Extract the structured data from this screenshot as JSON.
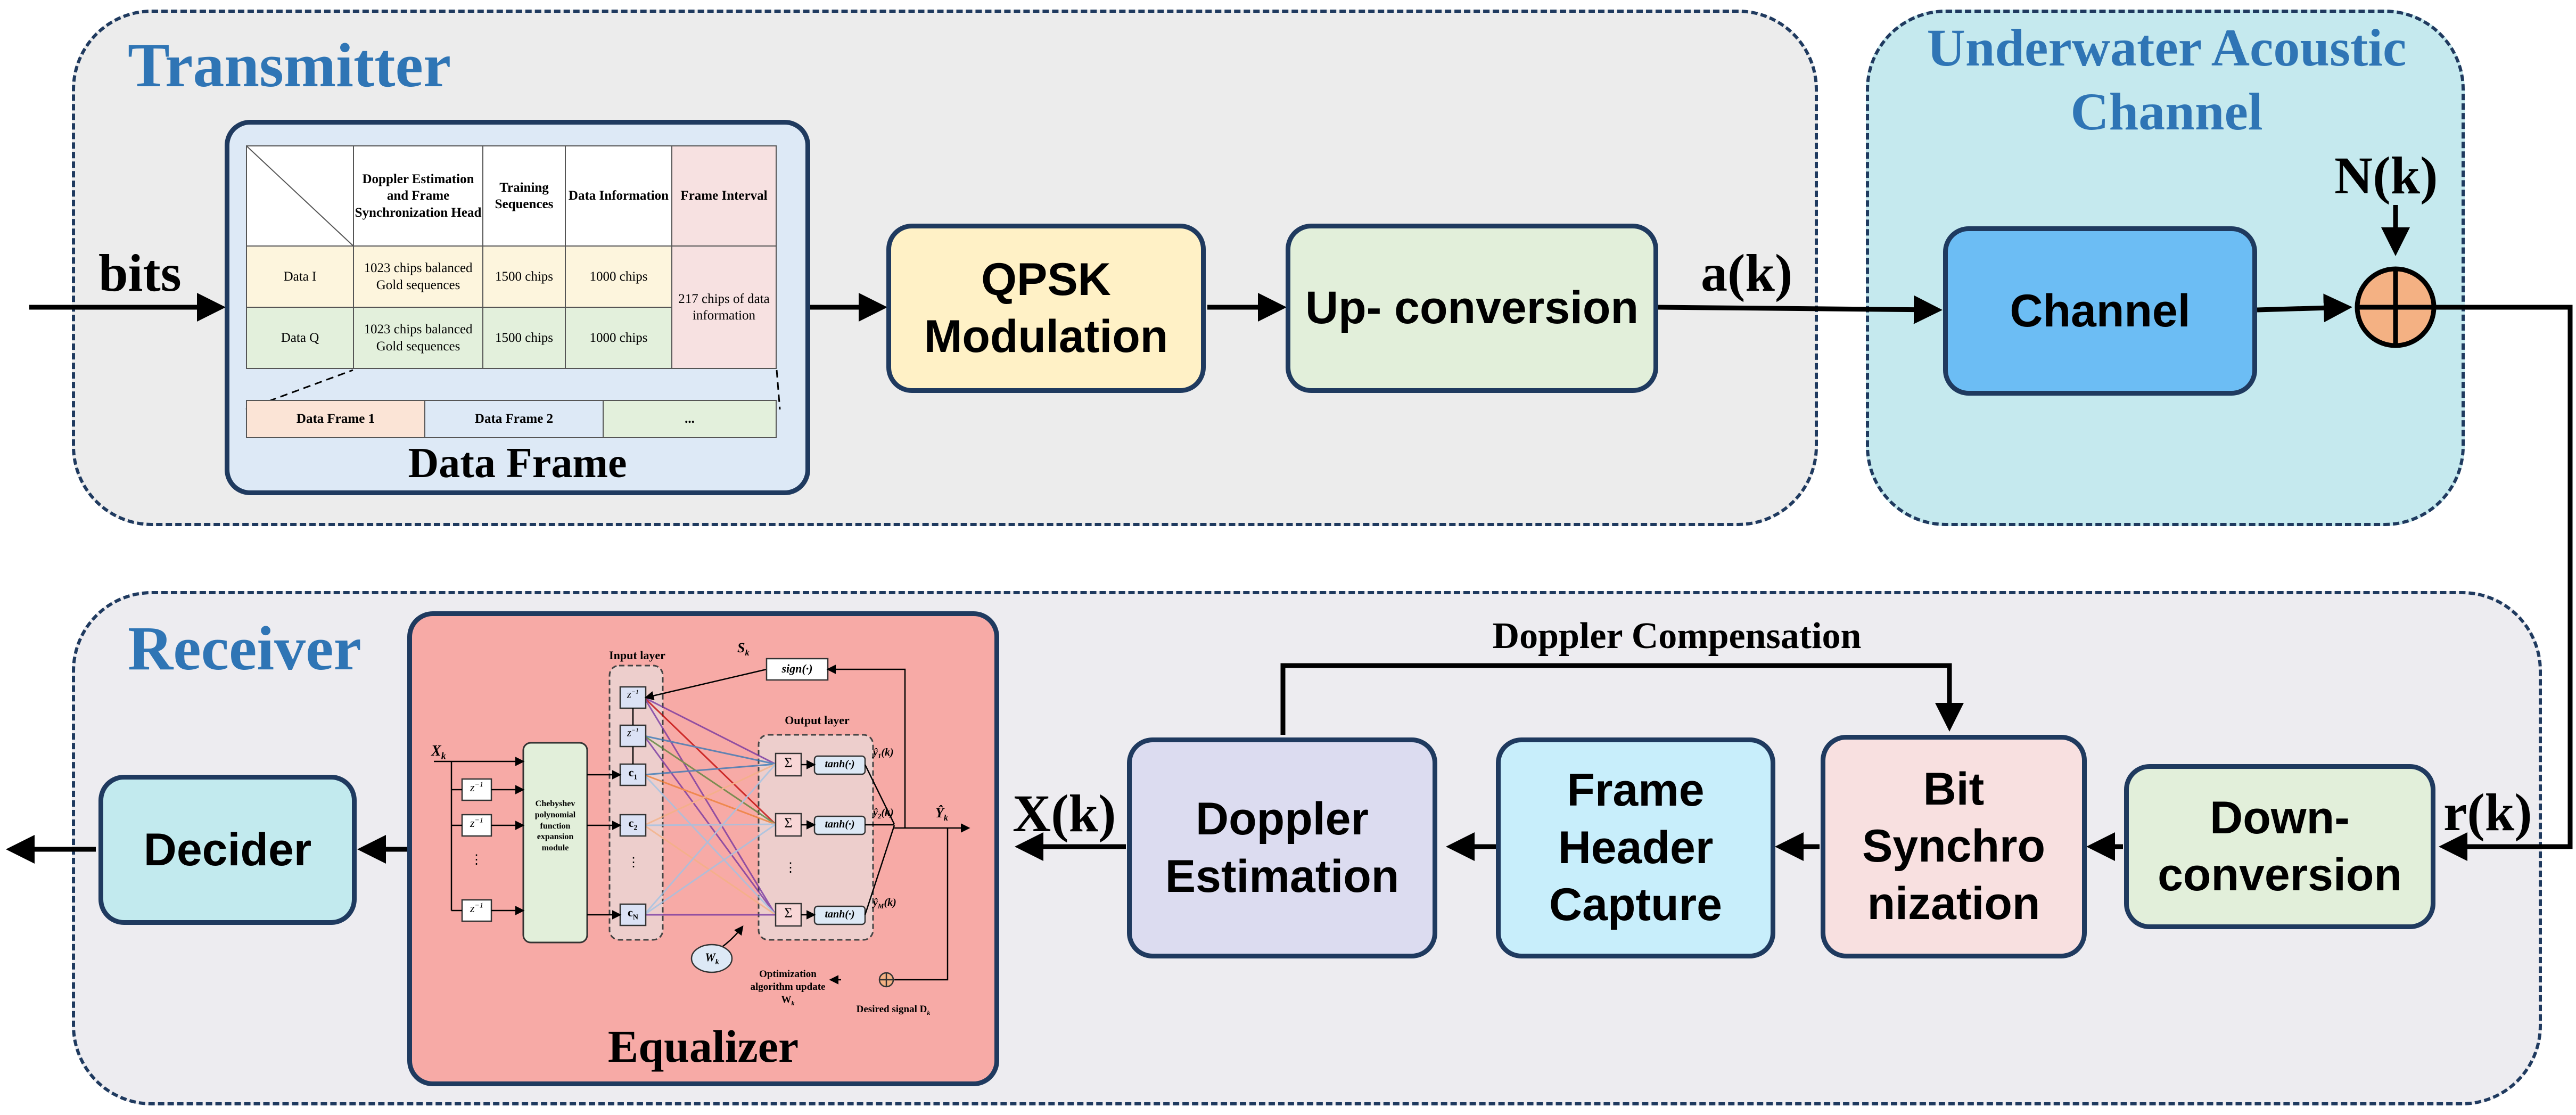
{
  "colors": {
    "region_border": "#1f3a5f",
    "title_blue": "#2f75b5",
    "transmitter_bg": "#ececec",
    "channel_region_bg": "#c5e9ee",
    "receiver_bg": "#edecf0",
    "qpsk_bg": "#fff1c6",
    "upconv_bg": "#e2efda",
    "channel_block_bg": "#6cbdf4",
    "sum_node_bg": "#f4b183",
    "downconv_bg": "#e2efda",
    "bitsync_bg": "#f8e0e0",
    "frame_header_bg": "#c8eefb",
    "doppler_est_bg": "#dcdcf0",
    "equalizer_bg": "#f7aaa6",
    "decider_bg": "#c2eaee"
  },
  "transmitter": {
    "title": "Transmitter",
    "input_label": "bits",
    "data_frame": {
      "title": "Data Frame",
      "table": {
        "headers": [
          "Doppler Estimation and Frame Synchronization Head",
          "Training Sequences",
          "Data Information",
          "Frame Interval"
        ],
        "rows": [
          {
            "name": "Data I",
            "cells": [
              "1023 chips balanced Gold sequences",
              "1500 chips",
              "1000 chips"
            ]
          },
          {
            "name": "Data Q",
            "cells": [
              "1023 chips balanced Gold sequences",
              "1500 chips",
              "1000 chips"
            ]
          }
        ],
        "interval_cell": "217 chips of data information"
      },
      "frames": [
        "Data Frame 1",
        "Data Frame 2",
        "..."
      ]
    },
    "qpsk": "QPSK Modulation",
    "upconversion": "Up- conversion",
    "output_label": "a(k)"
  },
  "channel_region": {
    "title": "Underwater Acoustic Channel",
    "channel_block": "Channel",
    "noise_label": "N(k)"
  },
  "receiver": {
    "title": "Receiver",
    "input_label": "r(k)",
    "downconversion": "Down- conversion",
    "bit_sync": "Bit Synchro nization",
    "frame_header": "Frame Header Capture",
    "doppler_estimation": "Doppler Estimation",
    "doppler_compensation": "Doppler Compensation",
    "equalizer_output_label": "X(k)",
    "decider": "Decider",
    "equalizer": {
      "title": "Equalizer",
      "input_layer": "Input layer",
      "output_layer": "Output layer",
      "x_input": "X",
      "x_input_sub": "k",
      "delay": "z",
      "delay_sup": "−1",
      "expansion_module": "Chebyshev polynomial function expansion module",
      "coefficients": [
        "c",
        "c",
        "c"
      ],
      "coefficient_subs": [
        "1",
        "2",
        "N"
      ],
      "sk": "S",
      "sk_sub": "k",
      "sign_fn": "sign(·)",
      "sum_symbol": "Σ",
      "activation": "tanh(·)",
      "outputs": [
        "ŷ",
        "ŷ",
        "ŷ"
      ],
      "output_subs": [
        "1",
        "2",
        "M"
      ],
      "output_arg": "(k)",
      "y_output": "Ŷ",
      "y_output_sub": "k",
      "weights": "W",
      "weights_sub": "k",
      "optimization": "Optimization algorithm update W",
      "optimization_sub": "k",
      "desired_signal": "Desired signal D",
      "desired_signal_sub": "k",
      "ellipsis": "⋮"
    }
  }
}
